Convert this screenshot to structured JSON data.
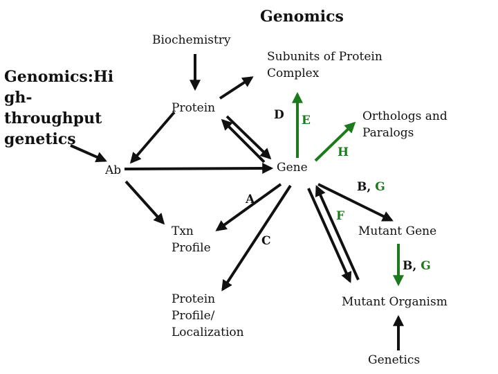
{
  "title": "Genomics",
  "nodes": {
    "biochemistry": "Biochemistry",
    "subunits_line1": "Subunits of Protein",
    "subunits_line2": "Complex",
    "genomics_line1": "Genomics:Hi",
    "genomics_line2": "gh-",
    "genomics_line3": "throughput",
    "genomics_line4": "genetics",
    "protein": "Protein",
    "orthologs_line1": "Orthologs and",
    "orthologs_line2": "Paralogs",
    "ab": "Ab",
    "gene": "Gene",
    "txn_line1": "Txn",
    "txn_line2": "Profile",
    "mutant_gene": "Mutant Gene",
    "profile_line1": "Protein",
    "profile_line2": "Profile/",
    "profile_line3": "Localization",
    "mutant_organism": "Mutant Organism",
    "genetics": "Genetics"
  },
  "edge_labels": {
    "d": "D",
    "e": "E",
    "h": "H",
    "a": "A",
    "c": "C",
    "f": "F",
    "bg1_b": "B, ",
    "bg1_g": "G",
    "bg2_b": "B, ",
    "bg2_g": "G"
  },
  "colors": {
    "black": "#111111",
    "green": "#1b7a1b"
  }
}
